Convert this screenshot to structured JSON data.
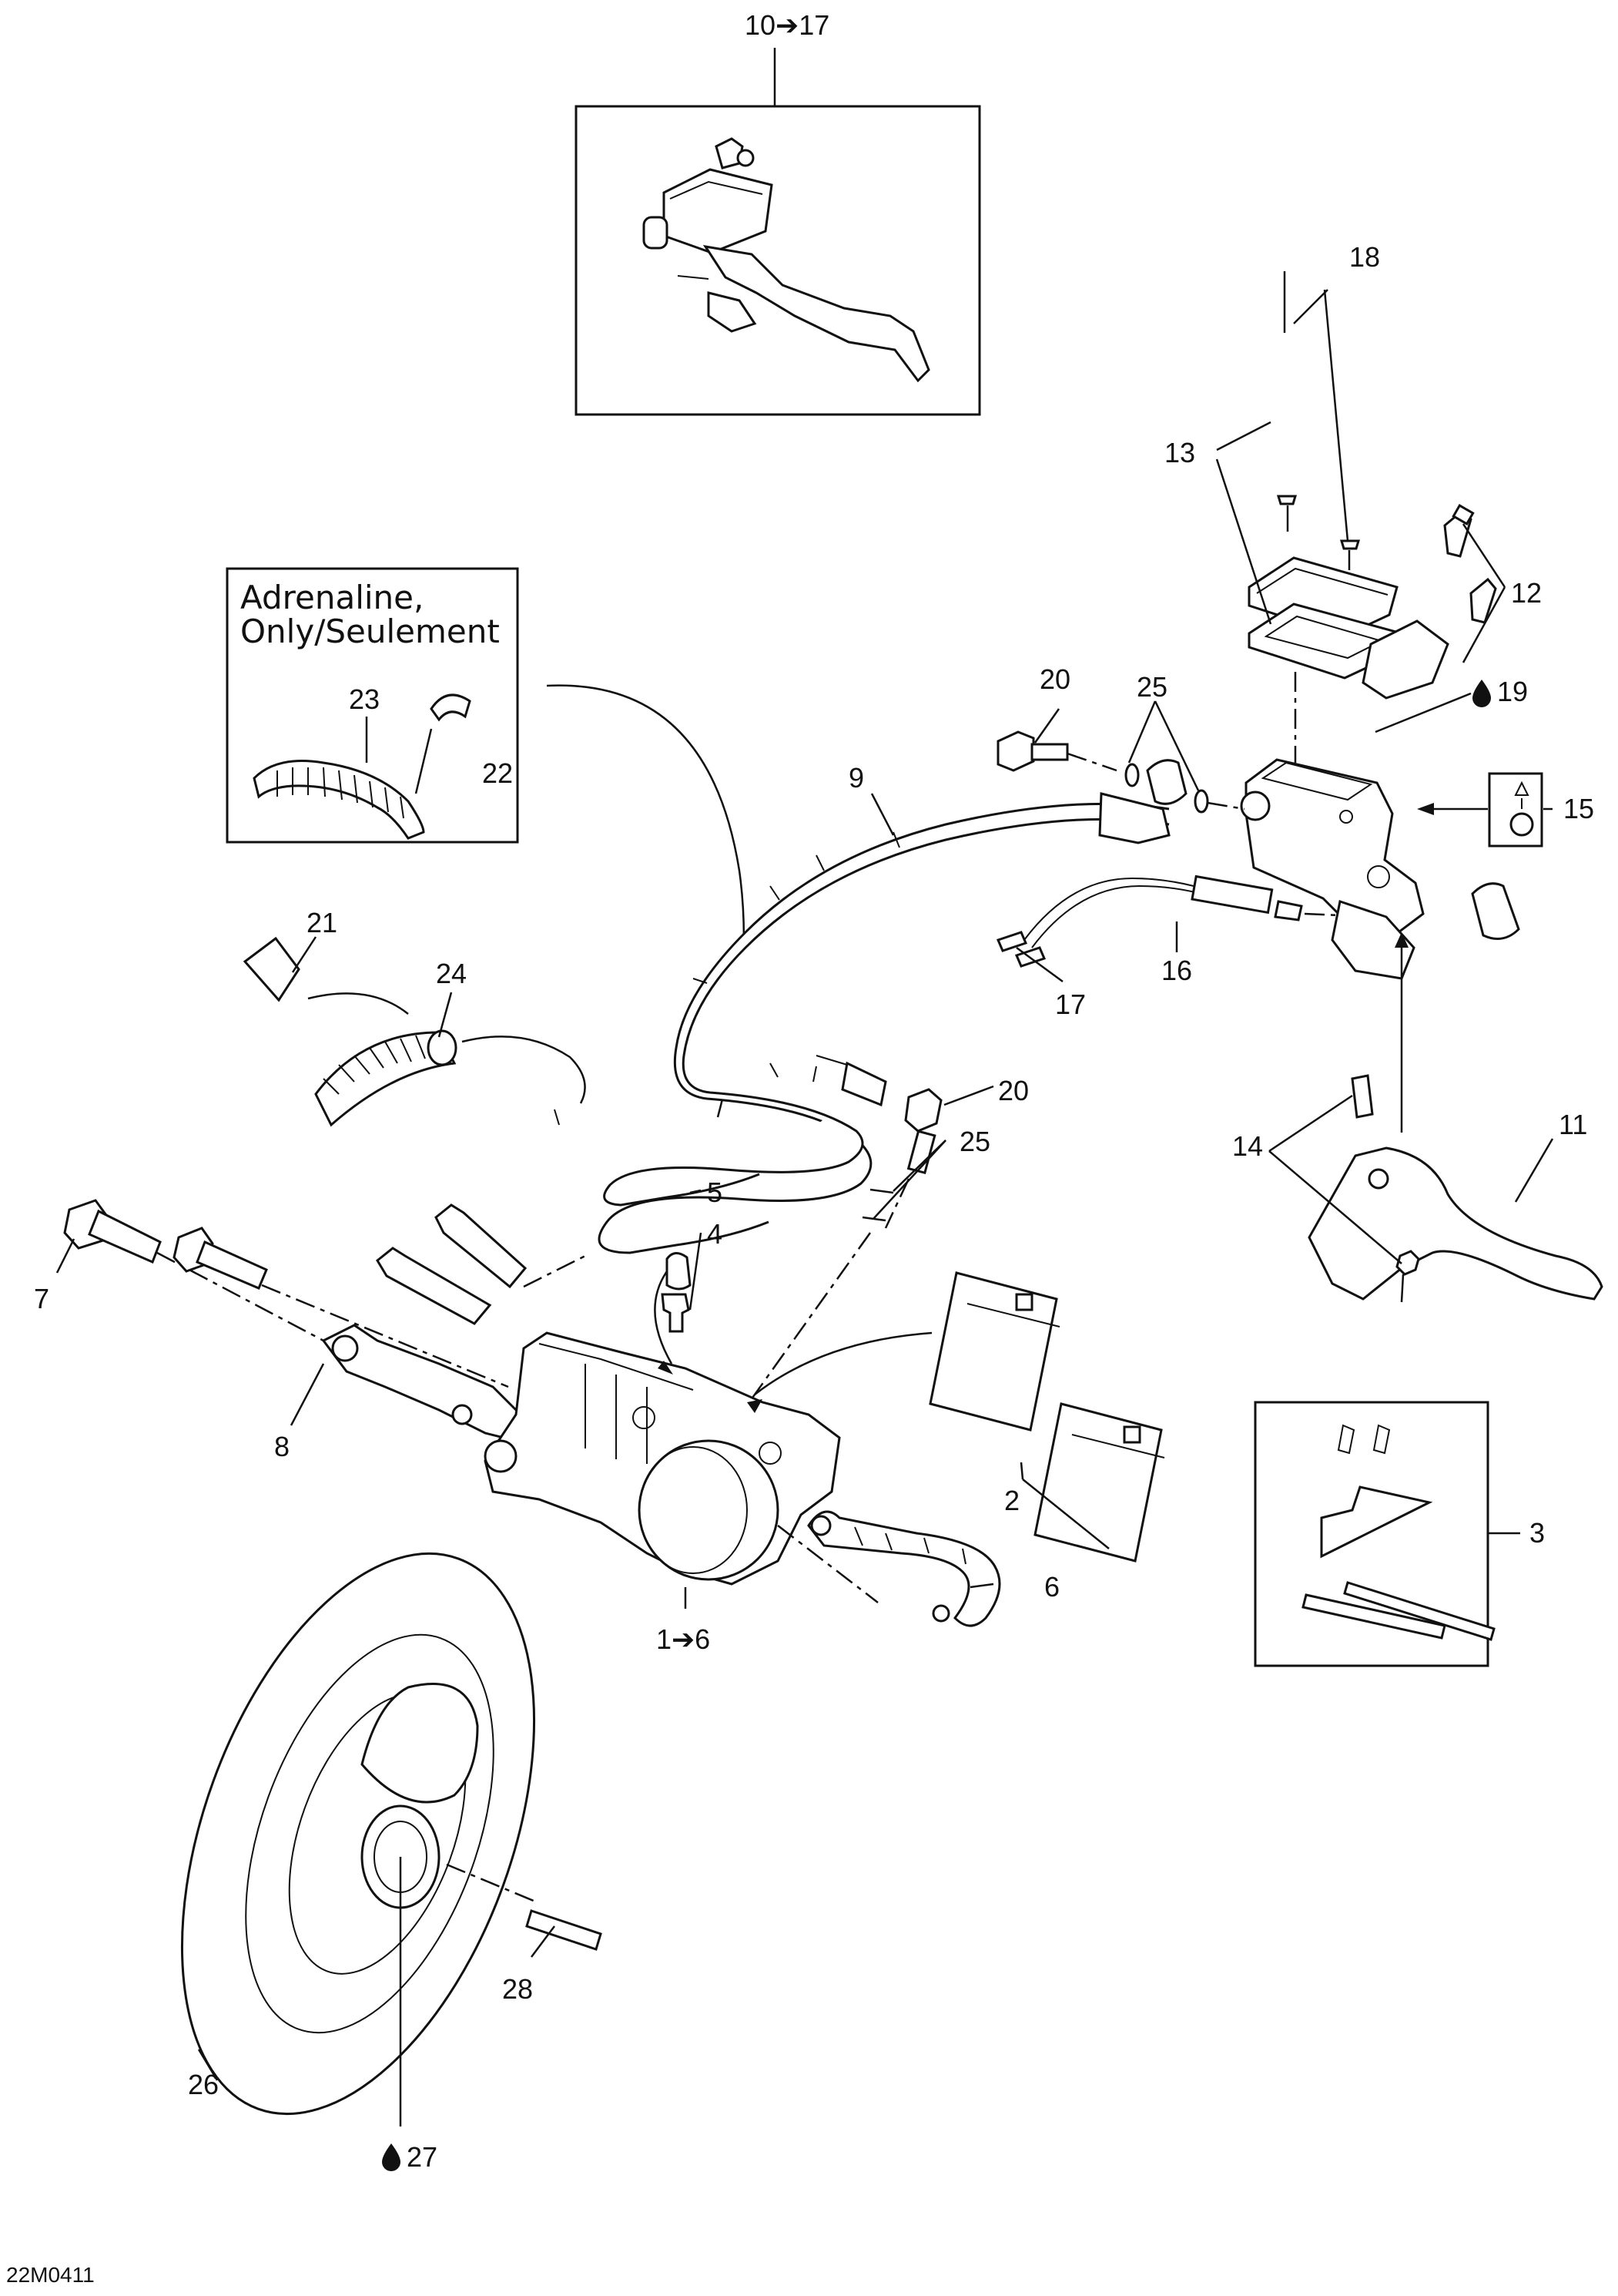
{
  "diagram": {
    "note_box": {
      "line1": "Adrenaline,",
      "line2": "Only/Seulement"
    },
    "figure_code": "22M0411",
    "callouts": {
      "c10_17": "10➔17",
      "c18": "18",
      "c13": "13",
      "c12": "12",
      "c19": "19",
      "c20a": "20",
      "c25a": "25",
      "c9": "9",
      "c15": "15",
      "c23": "23",
      "c22": "22",
      "c21": "21",
      "c24": "24",
      "c16": "16",
      "c17": "17",
      "c20b": "20",
      "c25b": "25",
      "c11": "11",
      "c14": "14",
      "c5": "5",
      "c4": "4",
      "c7": "7",
      "c8": "8",
      "c2": "2",
      "c3": "3",
      "c6": "6",
      "c1_6": "1➔6",
      "c28": "28",
      "c26": "26",
      "c27": "27"
    }
  }
}
